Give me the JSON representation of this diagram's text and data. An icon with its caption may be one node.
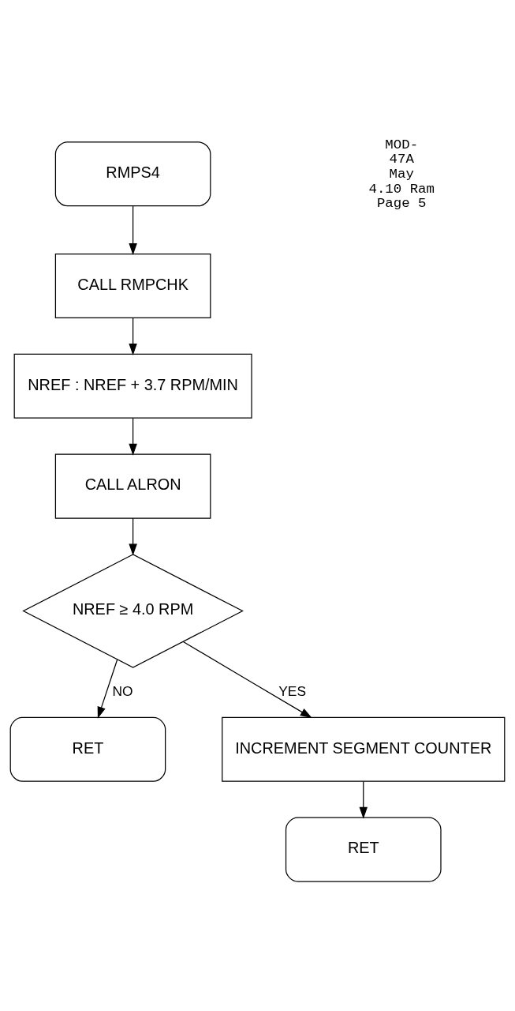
{
  "diagram": {
    "nodes": [
      {
        "text": [
          "RMPS4"
        ]
      },
      {
        "text": [
          "CALL RMPCHK"
        ]
      },
      {
        "text": [
          "NREF : NREF + 3.7 RPM/MIN"
        ]
      },
      {
        "text": [
          "CALL ALRON"
        ]
      },
      {
        "text": [
          "NREF ≥ 4.0 RPM"
        ]
      },
      {
        "text": [
          "RET"
        ]
      },
      {
        "text": [
          "INCREMENT SEGMENT COUNTER"
        ]
      },
      {
        "text": [
          "RET"
        ]
      }
    ],
    "edges": [
      {
        "from": 0,
        "to": 1,
        "arrow": "to"
      },
      {
        "from": 1,
        "to": 2,
        "arrow": "to"
      },
      {
        "from": 2,
        "to": 3,
        "arrow": "to"
      },
      {
        "from": 3,
        "to": 4,
        "arrow": "to"
      },
      {
        "from": 4,
        "to": 5,
        "arrow": "to",
        "label": "NO"
      },
      {
        "from": 4,
        "to": 6,
        "arrow": "to",
        "label": "YES"
      },
      {
        "from": 6,
        "to": 7,
        "arrow": "to"
      }
    ],
    "labels": [
      "MOD-",
      "47A",
      "May",
      "4.10 Ram",
      "Page 5"
    ]
  }
}
